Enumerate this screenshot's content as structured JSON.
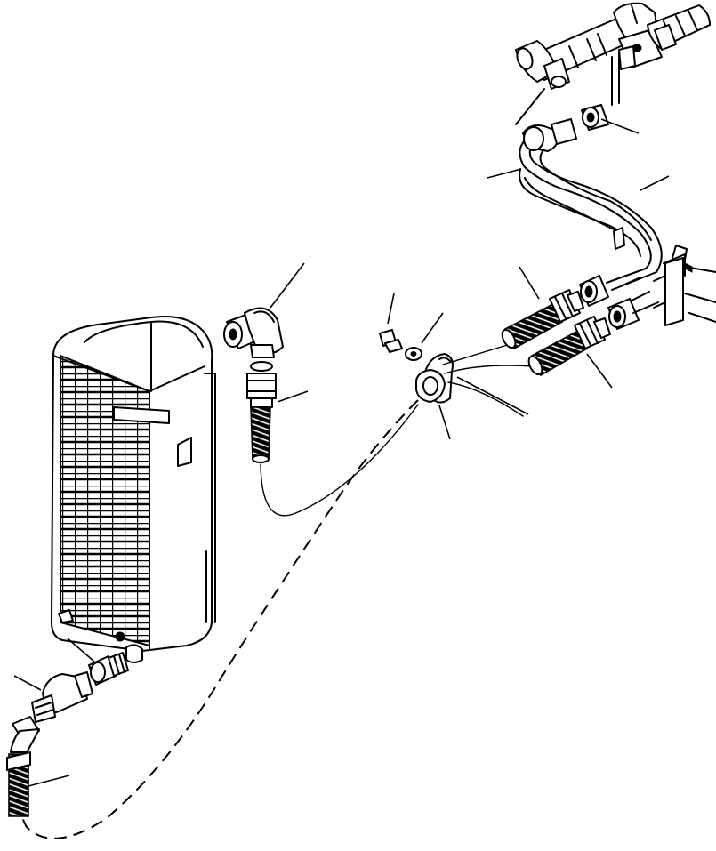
{
  "figure": {
    "callout_count": 14,
    "components": [
      "radiator-core",
      "elbow-fitting-top",
      "hose-with-crimp-fitting",
      "bolt",
      "washer",
      "hose-clamp",
      "flexible-line",
      "steel-tube-pair",
      "straight-connectors",
      "hose-assemblies-right",
      "valve-block",
      "bottom-adapter",
      "bottom-elbow",
      "bottom-hose"
    ],
    "line_color": "#000000",
    "background_color": "#ffffff"
  }
}
